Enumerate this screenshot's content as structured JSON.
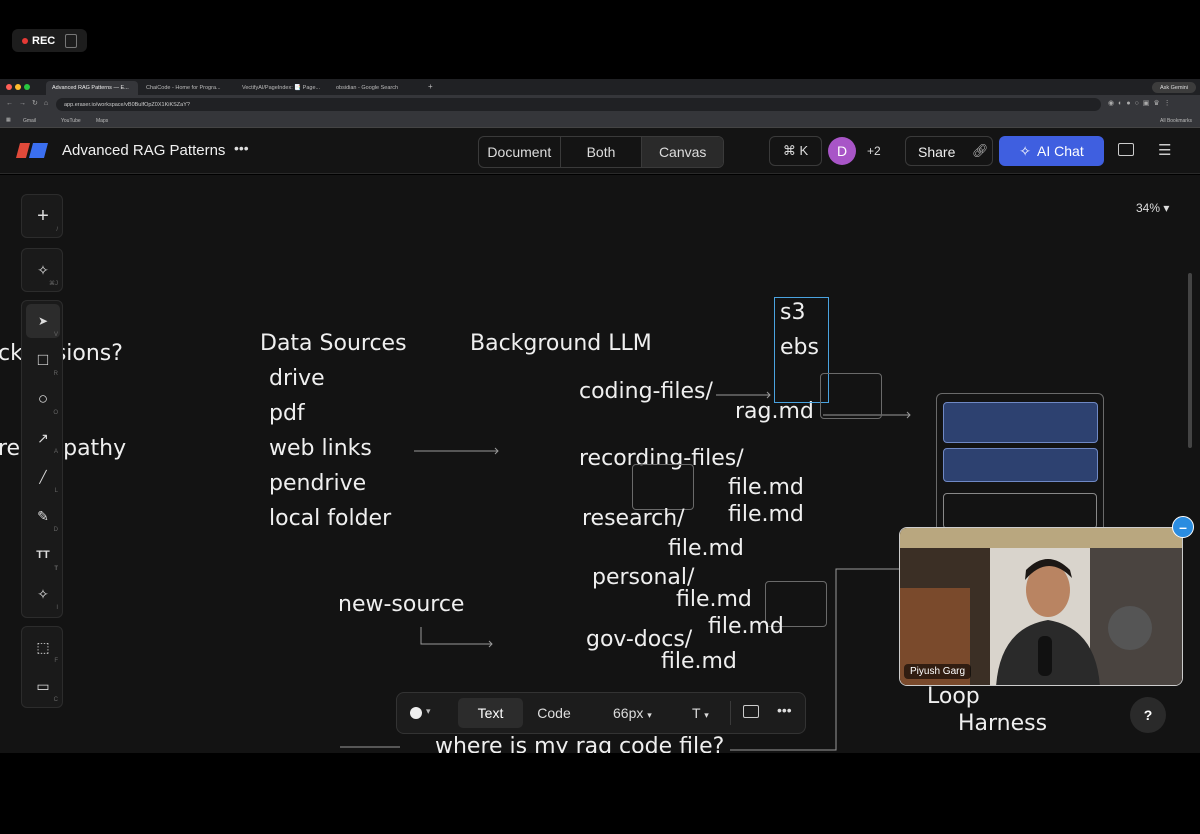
{
  "recording": {
    "label": "REC"
  },
  "browser": {
    "tabs": [
      {
        "title": "Advanced RAG Patterns — E..."
      },
      {
        "title": "ChaiCode - Home for Progra..."
      },
      {
        "title": "VectifyAI/PageIndex: 📑 Page..."
      },
      {
        "title": "obsidian - Google Search"
      }
    ],
    "ask_label": "Ask Gemini",
    "url": "app.eraser.io/workspace/vB0BulfOpZ0X1KiKSZaY?",
    "bookmarks": [
      "Gmail",
      "YouTube",
      "Maps"
    ],
    "all_bookmarks": "All Bookmarks"
  },
  "app": {
    "doc_title": "Advanced RAG Patterns",
    "more": "•••",
    "views": [
      "Document",
      "Both",
      "Canvas"
    ],
    "shortcut": "⌘ K",
    "avatar_letter": "D",
    "avatar_color": "#a855c7",
    "extra_users": "+2",
    "share_label": "Share",
    "ai_chat_label": "AI Chat",
    "accent": "#3f5fe0",
    "zoom": "34%"
  },
  "tools": [
    {
      "name": "add",
      "glyph": "+",
      "key": "/"
    },
    {
      "name": "ai-magic",
      "glyph": "✧",
      "key": "⌘J"
    },
    {
      "name": "select",
      "glyph": "➤",
      "key": "V"
    },
    {
      "name": "rectangle",
      "glyph": "□",
      "key": "R"
    },
    {
      "name": "ellipse",
      "glyph": "○",
      "key": "O"
    },
    {
      "name": "arrow",
      "glyph": "↗",
      "key": "A"
    },
    {
      "name": "line",
      "glyph": "╱",
      "key": "L"
    },
    {
      "name": "pencil",
      "glyph": "✎",
      "key": "D"
    },
    {
      "name": "text",
      "glyph": "TT",
      "key": "T"
    },
    {
      "name": "icon-search",
      "glyph": "✧",
      "key": "I"
    },
    {
      "name": "frame",
      "glyph": "⬚",
      "key": "F"
    },
    {
      "name": "comment",
      "glyph": "▭",
      "key": "C"
    }
  ],
  "canvas": {
    "left_partial_1": "ck essions?",
    "left_partial_2": "re  arapathy",
    "data_sources_title": "Data Sources",
    "sources": [
      "drive",
      "pdf",
      "web links",
      "pendrive",
      "local folder"
    ],
    "new_source": "new-source",
    "background_llm": "Background LLM",
    "coding_files": "coding-files/",
    "rag_md": "rag.md",
    "s3": "s3",
    "ebs": "ebs",
    "recording_files": "recording-files/",
    "file_md_1": "file.md",
    "file_md_2": "file.md",
    "research": "research/",
    "file_md_3": "file.md",
    "personal": "personal/",
    "file_md_4": "file.md",
    "file_md_5": "file.md",
    "gov_docs": "gov-docs/",
    "file_md_6": "file.md",
    "loop": "Loop",
    "harness": "Harness",
    "question": "where is my rag code file?"
  },
  "webcam": {
    "name": "Piyush Garg"
  },
  "text_toolbar": {
    "text_tab": "Text",
    "code_tab": "Code",
    "font_size": "66px",
    "font_label": "T"
  },
  "help": "?"
}
